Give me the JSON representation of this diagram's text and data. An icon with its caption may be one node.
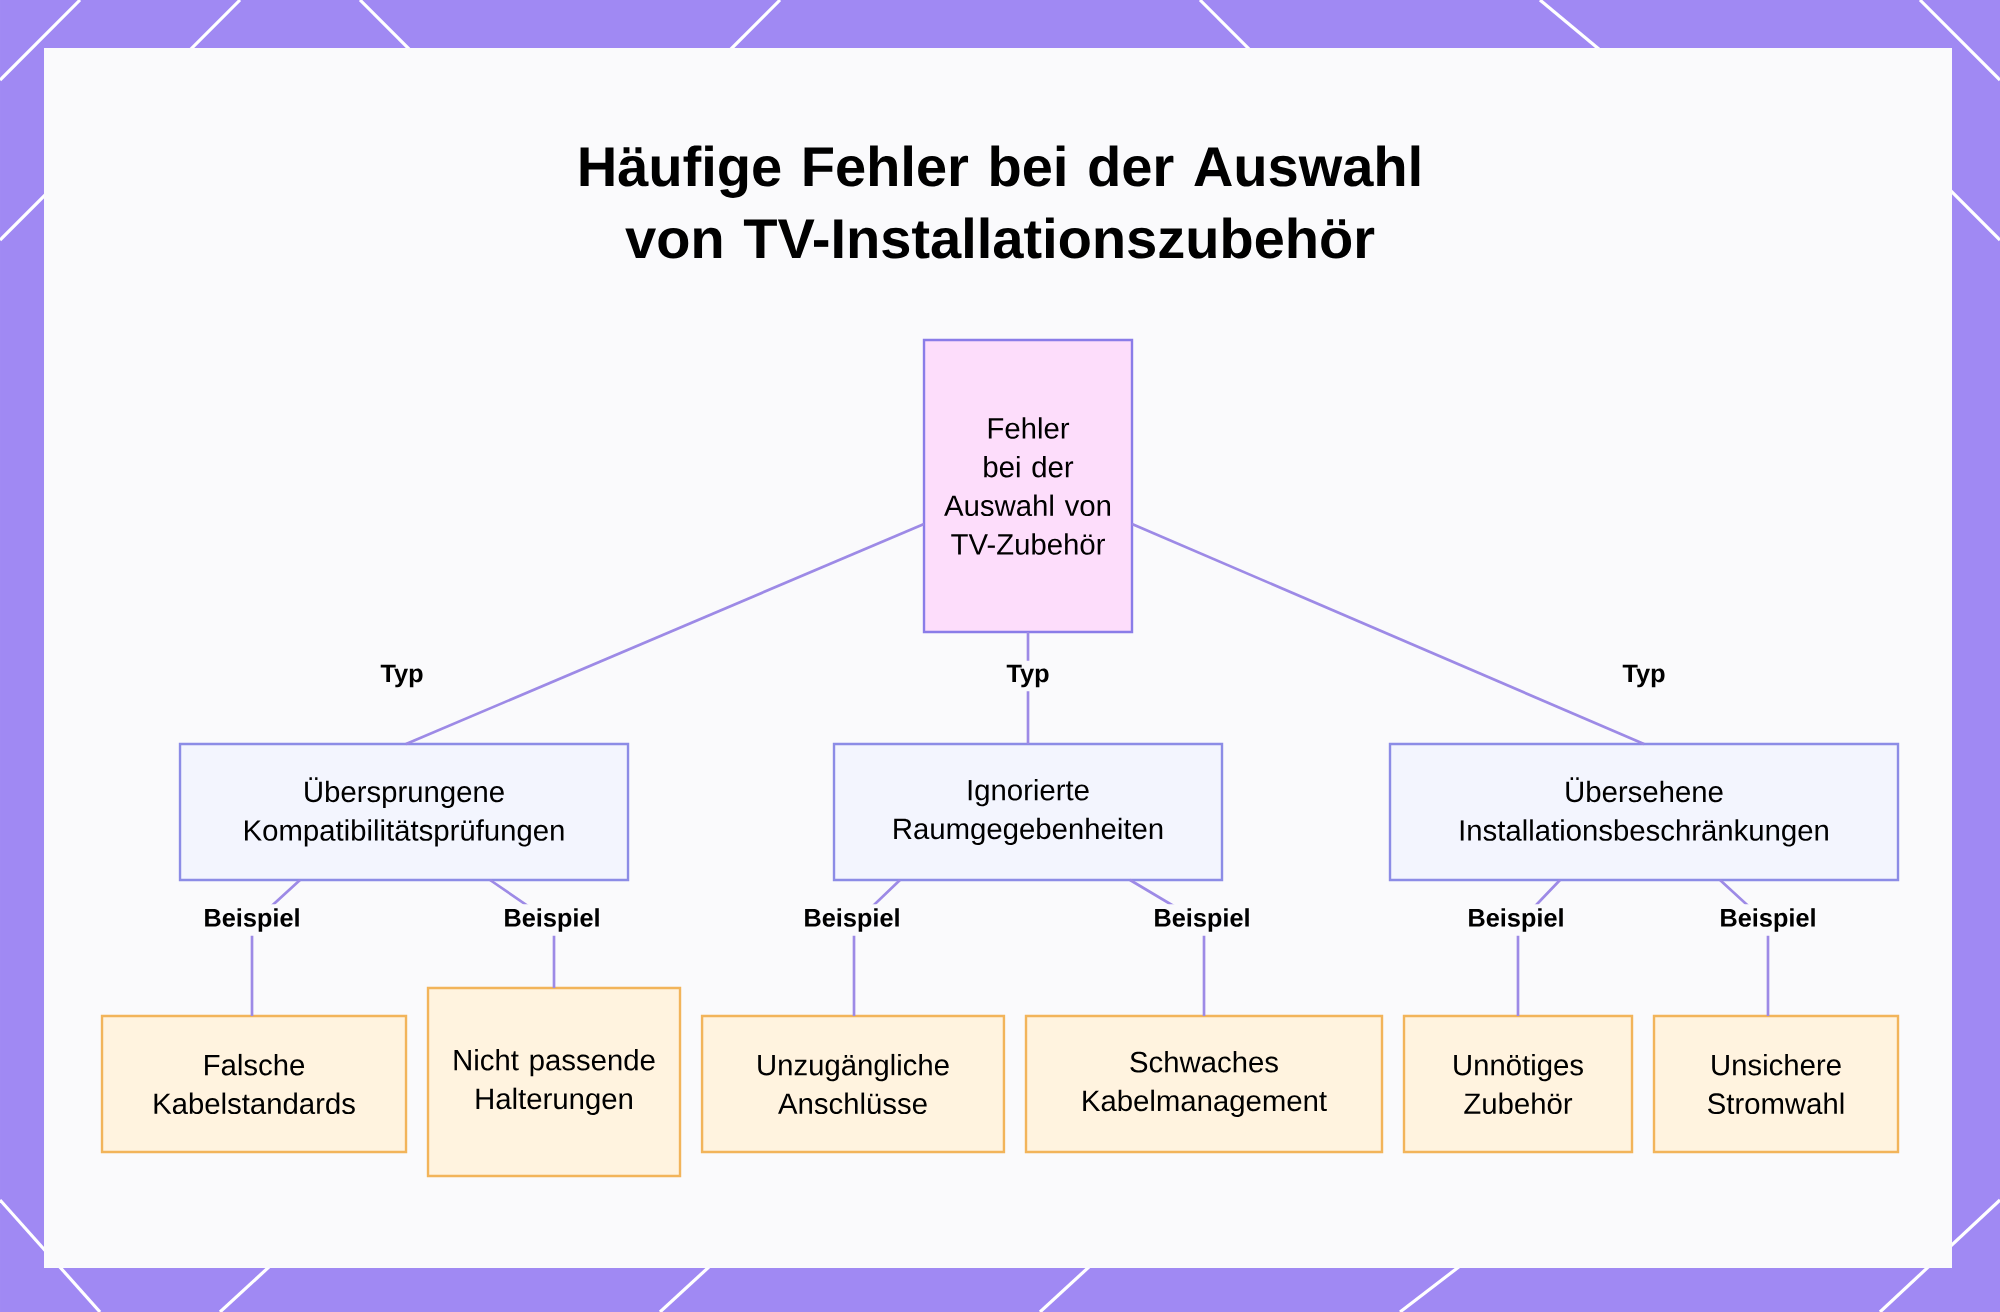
{
  "diagram": {
    "title": "Häufige Fehler bei der Auswahl von TV-Installationszubehör",
    "nodes": [
      {
        "text": [
          "Fehler bei der Auswahl von TV-Zubehör"
        ]
      },
      {
        "text": [
          "Übersprungene Kompatibilitätsprüfungen"
        ]
      },
      {
        "text": [
          "Ignorierte Raumgegebenheiten"
        ]
      },
      {
        "text": [
          "Übersehene Installationsbeschränkungen"
        ]
      },
      {
        "text": [
          "Falsche Kabelstandards"
        ]
      },
      {
        "text": [
          "Nicht passende Halterungen"
        ]
      },
      {
        "text": [
          "Unzugängliche Anschlüsse"
        ]
      },
      {
        "text": [
          "Schwaches Kabelmanagement"
        ]
      },
      {
        "text": [
          "Unnötiges Zubehör"
        ]
      },
      {
        "text": [
          "Unsichere Stromwahl"
        ]
      }
    ],
    "edges": [
      {
        "from": 0,
        "to": 1,
        "arrow": "none",
        "label": "Typ"
      },
      {
        "from": 0,
        "to": 2,
        "arrow": "none",
        "label": "Typ"
      },
      {
        "from": 0,
        "to": 3,
        "arrow": "none",
        "label": "Typ"
      },
      {
        "from": 1,
        "to": 4,
        "arrow": "none",
        "label": "Beispiel"
      },
      {
        "from": 1,
        "to": 5,
        "arrow": "none",
        "label": "Beispiel"
      },
      {
        "from": 2,
        "to": 6,
        "arrow": "none",
        "label": "Beispiel"
      },
      {
        "from": 2,
        "to": 7,
        "arrow": "none",
        "label": "Beispiel"
      },
      {
        "from": 3,
        "to": 8,
        "arrow": "none",
        "label": "Beispiel"
      },
      {
        "from": 3,
        "to": 9,
        "arrow": "none",
        "label": "Beispiel"
      }
    ]
  }
}
